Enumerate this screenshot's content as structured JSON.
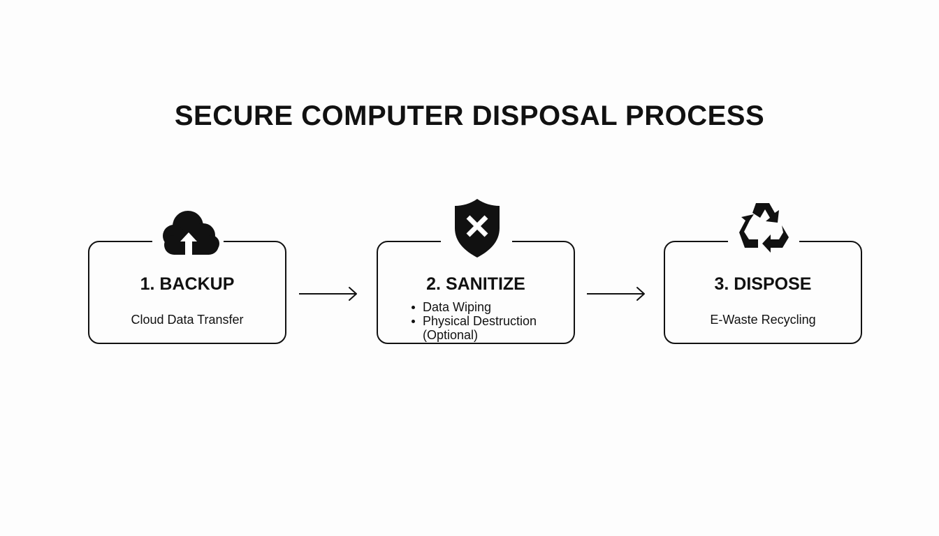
{
  "title": "SECURE COMPUTER DISPOSAL PROCESS",
  "steps": [
    {
      "heading": "1. BACKUP",
      "description": "Cloud Data Transfer",
      "icon": "cloud-upload-icon"
    },
    {
      "heading": "2. SANITIZE",
      "bullets": [
        "Data Wiping",
        "Physical Destruction (Optional)"
      ],
      "icon": "shield-x-icon"
    },
    {
      "heading": "3. DISPOSE",
      "description": "E-Waste Recycling",
      "icon": "recycle-icon"
    }
  ],
  "colors": {
    "ink": "#111111",
    "background": "#fdfdfd"
  }
}
